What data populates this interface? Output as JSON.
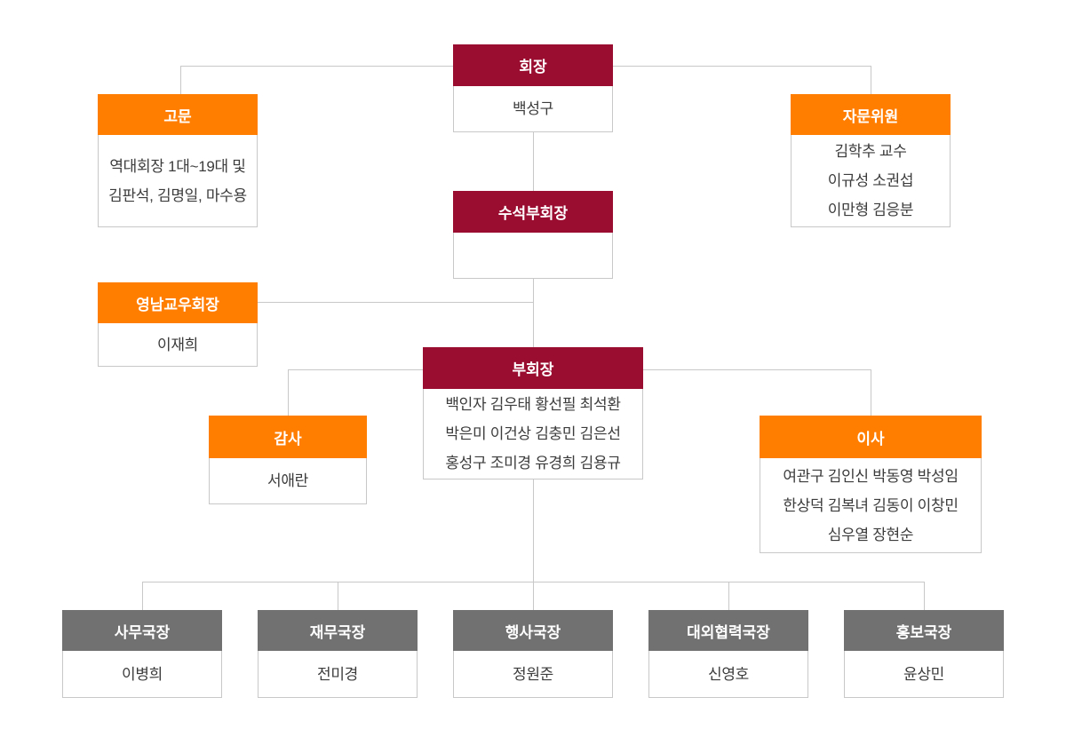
{
  "colors": {
    "level1_header": "#9b0c31",
    "level2_header": "#ff7e00",
    "level3_header": "#717171",
    "connector_line": "#c8c8c8",
    "body_text": "#3c3c3c",
    "header_text": "#ffffff"
  },
  "nodes": {
    "chairman": {
      "title": "회장",
      "lines": [
        "백성구"
      ]
    },
    "advisor": {
      "title": "고문",
      "lines": [
        "역대회장 1대~19대 및",
        "김판석, 김명일, 마수용"
      ]
    },
    "advisory_committee": {
      "title": "자문위원",
      "lines": [
        "김학추 교수",
        "이규성 소권섭",
        "이만형 김응분"
      ]
    },
    "senior_vice_chairman": {
      "title": "수석부회장",
      "lines": []
    },
    "yeongnam_alumni_president": {
      "title": "영남교우회장",
      "lines": [
        "이재희"
      ]
    },
    "vice_chairman": {
      "title": "부회장",
      "lines": [
        "백인자 김우태 황선필 최석환",
        "박은미 이건상 김충민 김은선",
        "홍성구 조미경 유경희 김용규"
      ]
    },
    "auditor": {
      "title": "감사",
      "lines": [
        "서애란"
      ]
    },
    "director": {
      "title": "이사",
      "lines": [
        "여관구 김인신 박동영 박성임",
        "한상덕 김복녀 김동이 이창민",
        "심우열 장현순"
      ]
    },
    "secretary_general": {
      "title": "사무국장",
      "lines": [
        "이병희"
      ]
    },
    "finance_director": {
      "title": "재무국장",
      "lines": [
        "전미경"
      ]
    },
    "events_director": {
      "title": "행사국장",
      "lines": [
        "정원준"
      ]
    },
    "external_relations_director": {
      "title": "대외협력국장",
      "lines": [
        "신영호"
      ]
    },
    "pr_director": {
      "title": "홍보국장",
      "lines": [
        "윤상민"
      ]
    }
  }
}
